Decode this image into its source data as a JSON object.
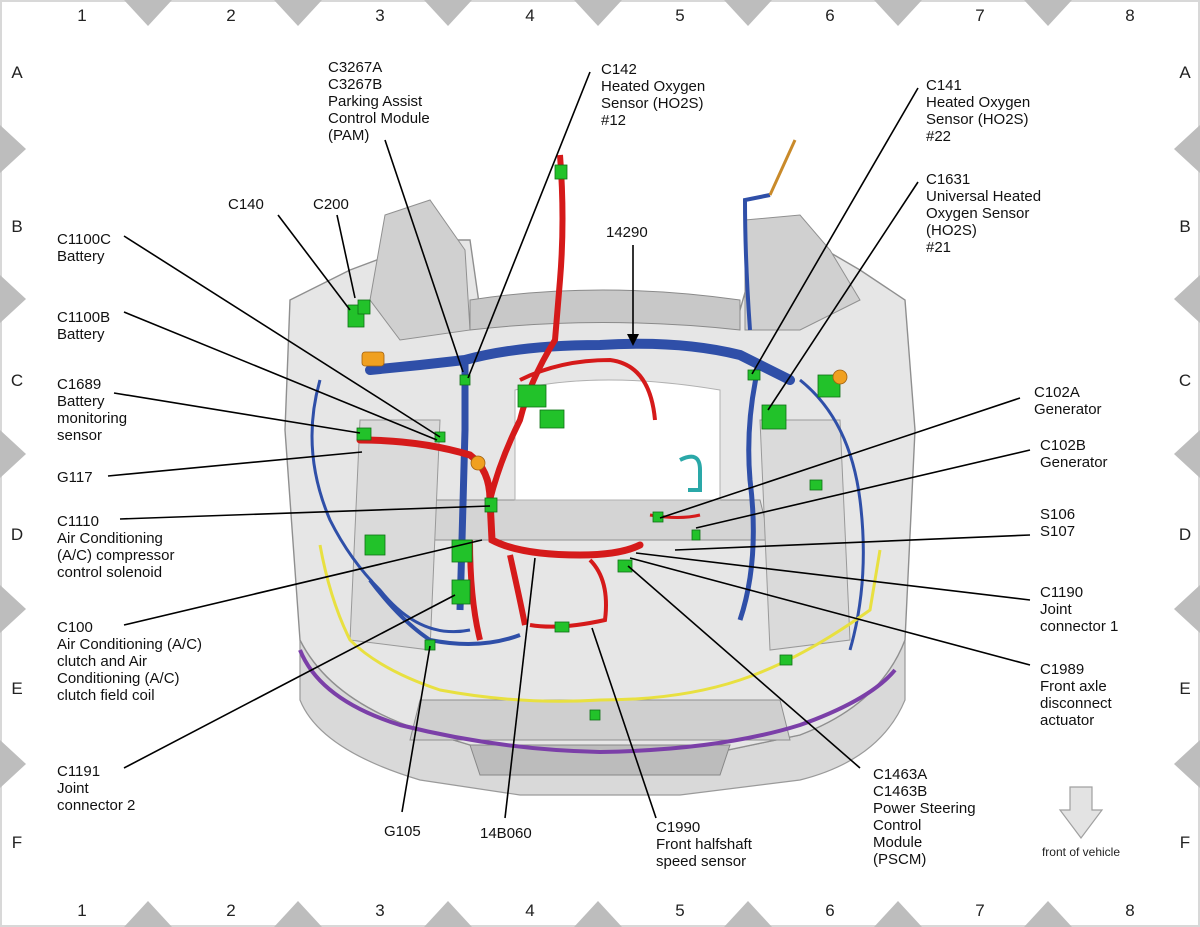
{
  "grid": {
    "columns": [
      "1",
      "2",
      "3",
      "4",
      "5",
      "6",
      "7",
      "8"
    ],
    "rows": [
      "A",
      "B",
      "C",
      "D",
      "E",
      "F"
    ]
  },
  "callouts": [
    {
      "id": "c3267",
      "lines": [
        "C3267A",
        "C3267B",
        "Parking Assist",
        "Control Module",
        "(PAM)"
      ]
    },
    {
      "id": "c142",
      "lines": [
        "C142",
        "Heated Oxygen",
        "Sensor (HO2S)",
        "#12"
      ]
    },
    {
      "id": "c141",
      "lines": [
        "C141",
        "Heated Oxygen",
        "Sensor (HO2S)",
        "#22"
      ]
    },
    {
      "id": "c1631",
      "lines": [
        "C1631",
        "Universal Heated",
        "Oxygen Sensor",
        "(HO2S)",
        "#21"
      ]
    },
    {
      "id": "c140",
      "lines": [
        "C140"
      ]
    },
    {
      "id": "c200",
      "lines": [
        "C200"
      ]
    },
    {
      "id": "n14290",
      "lines": [
        "14290"
      ]
    },
    {
      "id": "c1100c",
      "lines": [
        "C1100C",
        "Battery"
      ]
    },
    {
      "id": "c1100b",
      "lines": [
        "C1100B",
        "Battery"
      ]
    },
    {
      "id": "c1689",
      "lines": [
        "C1689",
        "Battery",
        "monitoring",
        "sensor"
      ]
    },
    {
      "id": "g117",
      "lines": [
        "G117"
      ]
    },
    {
      "id": "c1110",
      "lines": [
        "C1110",
        "Air Conditioning",
        "(A/C) compressor",
        "control solenoid"
      ]
    },
    {
      "id": "c100",
      "lines": [
        "C100",
        "Air Conditioning (A/C)",
        "clutch and Air",
        "Conditioning (A/C)",
        "clutch field coil"
      ]
    },
    {
      "id": "c1191",
      "lines": [
        "C1191",
        "Joint",
        "connector 2"
      ]
    },
    {
      "id": "g105",
      "lines": [
        "G105"
      ]
    },
    {
      "id": "n14b060",
      "lines": [
        "14B060"
      ]
    },
    {
      "id": "c1990",
      "lines": [
        "C1990",
        "Front halfshaft",
        "speed sensor"
      ]
    },
    {
      "id": "c1463",
      "lines": [
        "C1463A",
        "C1463B",
        "Power Steering",
        "Control",
        "Module",
        "(PSCM)"
      ]
    },
    {
      "id": "c102a",
      "lines": [
        "C102A",
        "Generator"
      ]
    },
    {
      "id": "c102b",
      "lines": [
        "C102B",
        "Generator"
      ]
    },
    {
      "id": "s106",
      "lines": [
        "S106",
        "S107"
      ]
    },
    {
      "id": "c1190",
      "lines": [
        "C1190",
        "Joint",
        "connector 1"
      ]
    },
    {
      "id": "c1989",
      "lines": [
        "C1989",
        "Front axle",
        "disconnect",
        "actuator"
      ]
    }
  ],
  "front_label": "front of vehicle",
  "colors": {
    "harness_blue": "#2f4fa8",
    "harness_red": "#d51a1a",
    "harness_yellow": "#e8e040",
    "harness_purple": "#7b3fa8",
    "connector_green": "#22c22a",
    "marker_gray": "#bdbdbd"
  }
}
